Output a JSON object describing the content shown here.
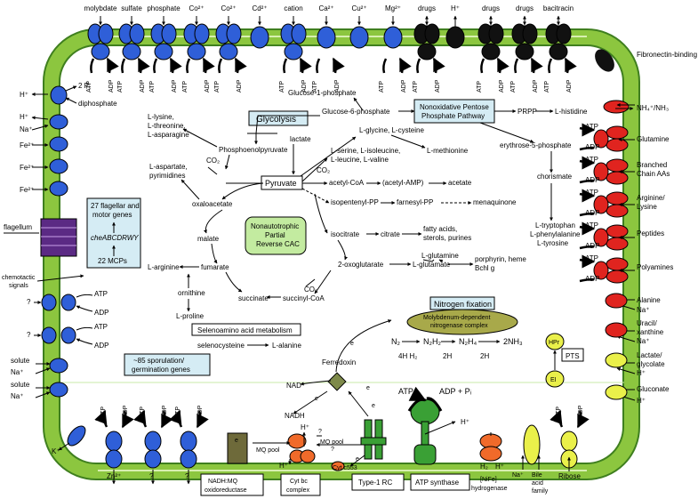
{
  "colors": {
    "membrane": "#8cc63f",
    "membrane_edge": "#3f7f1f",
    "transporter_blue": "#2f5fd8",
    "transporter_black": "#111111",
    "transporter_red": "#e0241f",
    "transporter_yellow": "#eaf04a",
    "box_blue": "#d5ecf4",
    "cac_green": "#c3eba0",
    "nitrogenase": "#a8a94a",
    "nadh_box": "#6e6a3a",
    "ferredoxin": "#7e8a4a",
    "hydrogenase": "#f06a2a"
  },
  "top": {
    "labels": [
      "molybdate",
      "sulfate",
      "phosphate",
      "Co²⁺",
      "Co²⁺",
      "Cd²⁺",
      "cation",
      "Ca²⁺",
      "Cu²⁺",
      "Mg²⁺",
      "drugs",
      "H⁺",
      "drugs",
      "drugs",
      "bacitracin"
    ],
    "atp": "ATP",
    "adp": "ADP",
    "fibronectin": "Fibronectin-binding"
  },
  "left": {
    "h_plus": "H⁺",
    "two_pi": "2 Pᵢ",
    "diphosphate": "diphosphate",
    "na_plus": "Na⁺",
    "fe2": "Fe²⁺",
    "flagellum": "flagellum",
    "chemotactic": "chemotactic signals",
    "question": "?",
    "atp": "ATP",
    "adp": "ADP",
    "solute": "solute",
    "k_plus": "K⁺"
  },
  "right": {
    "nh4": "NH₄⁺/NH₃",
    "glutamine": "Glutamine",
    "branched": "Branched Chain AAs",
    "arginine": "Arginine/ Lysine",
    "peptides": "Peptides",
    "polyamines": "Polyamines",
    "alanine": "Alanine",
    "na_plus": "Na⁺",
    "uracil": "Uracil/ xanthine",
    "lactate": "Lactate/ glycolate",
    "h_plus": "H⁺",
    "gluconate": "Gluconate",
    "atp": "ATP",
    "adp": "ADP"
  },
  "bottom": {
    "zn": "Zn²⁺",
    "question": "?",
    "nadh_mq": "NADH:MQ oxidoreductase",
    "cyt_bc": "Cyt bc complex",
    "type1": "Type-1 RC",
    "atp_synthase": "ATP synthase",
    "hydrogenase": "[NiFe] hydrogenase",
    "bile": "Bile acid family",
    "ribose": "Ribose",
    "na_plus": "Na⁺",
    "h_plus": "H⁺",
    "h2": "H₂",
    "e_minus": "e",
    "mq_pool": "MQ pool",
    "cyt_c": "Cyt c553",
    "atp": "ATP",
    "adp_pi": "ADP + Pᵢ",
    "nad": "NAD⁺",
    "nadh": "NADH",
    "ferredoxin": "Ferredoxin"
  },
  "metabolism": {
    "glucose1p": "Glucose-1-phosphate",
    "glucose6p": "Glucose-6-phosphate",
    "glycolysis": "Glycolysis",
    "pentose": "Nonoxidative Pentose Phosphate Pathway",
    "prpp": "PRPP",
    "histidine": "L-histidine",
    "lysine_group": "L-lysine, L-threonine, L-asparagine",
    "pep": "Phosphoenolpyruvate",
    "lactate": "lactate",
    "glycine_group": "L-glycine, L-cysteine",
    "methionine": "L-methionine",
    "serine_group": "L-serine, L-isoleucine, L-leucine, L-valine",
    "e4p": "erythrose-5-phosphate",
    "aspartate": "L-aspartate, pyrimidines",
    "co2": "CO₂",
    "pyruvate": "Pyruvate",
    "acetyl_coa": "acetyl-CoA",
    "acetyl_amp": "(acetyl-AMP)",
    "acetate": "acetate",
    "chorismate": "chorismate",
    "isopentenyl": "isopentenyl-PP",
    "farnesyl": "farnesyl-PP",
    "menaquinone": "menaquinone",
    "oxaloacetate": "oxaloacetate",
    "cac": "Nonautotrophic Partial Reverse CAC",
    "isocitrate": "isocitrate",
    "citrate": "citrate",
    "fatty": "fatty acids, sterols, purines",
    "aromatic": "L-tryptophan L-phenylalanine L-tyrosine",
    "malate": "malate",
    "glutamine": "L-glutamine",
    "oxoglutarate": "2-oxoglutarate",
    "glutamate": "L-glutamate",
    "porphyrin": "porphyrin, heme Bchl g",
    "arginine": "L-arginine",
    "fumarate": "fumarate",
    "ornithine": "ornithine",
    "succinate": "succinate",
    "succinyl": "succinyl-CoA",
    "proline": "L-proline",
    "flagellar": "27 flagellar and motor genes",
    "che": "cheABCDRWY",
    "mcps": "22 MCPs",
    "seleno": "Selenoamino acid metabolism",
    "selenocysteine": "selenocysteine",
    "alanine": "L-alanine",
    "nitrogen_fixation": "Nitrogen fixation",
    "nitrogenase": "Molybdenum-dependent nitrogenase complex",
    "sporulation": "~85 sporulation/ germination genes",
    "n2": "N₂",
    "n2h2": "N₂H₂",
    "n2h4": "N₂H₄",
    "nh3": "2NH₃",
    "h4h2": "4H H₂",
    "h2h": "2H",
    "pts": "PTS",
    "hpr": "HPr",
    "ei": "EI"
  }
}
